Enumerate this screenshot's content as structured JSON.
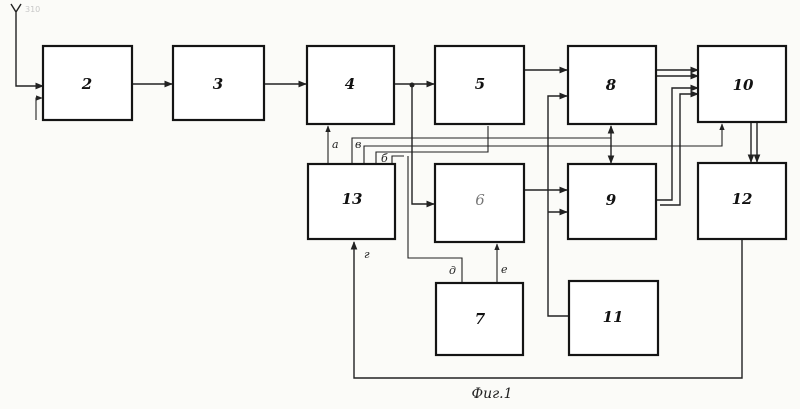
{
  "corner_mark": "310",
  "blocks": {
    "b2": "2",
    "b3": "3",
    "b4": "4",
    "b5": "5",
    "b6": "6",
    "b7": "7",
    "b8": "8",
    "b9": "9",
    "b10": "10",
    "b11": "11",
    "b12": "12",
    "b13": "13"
  },
  "signals": {
    "a": "а",
    "b": "в",
    "c": "б",
    "d": "д",
    "e": "е",
    "g": "г"
  },
  "caption": "Фиг.1",
  "colors": {
    "ink": "#141414",
    "paper": "#fbfbf8"
  }
}
